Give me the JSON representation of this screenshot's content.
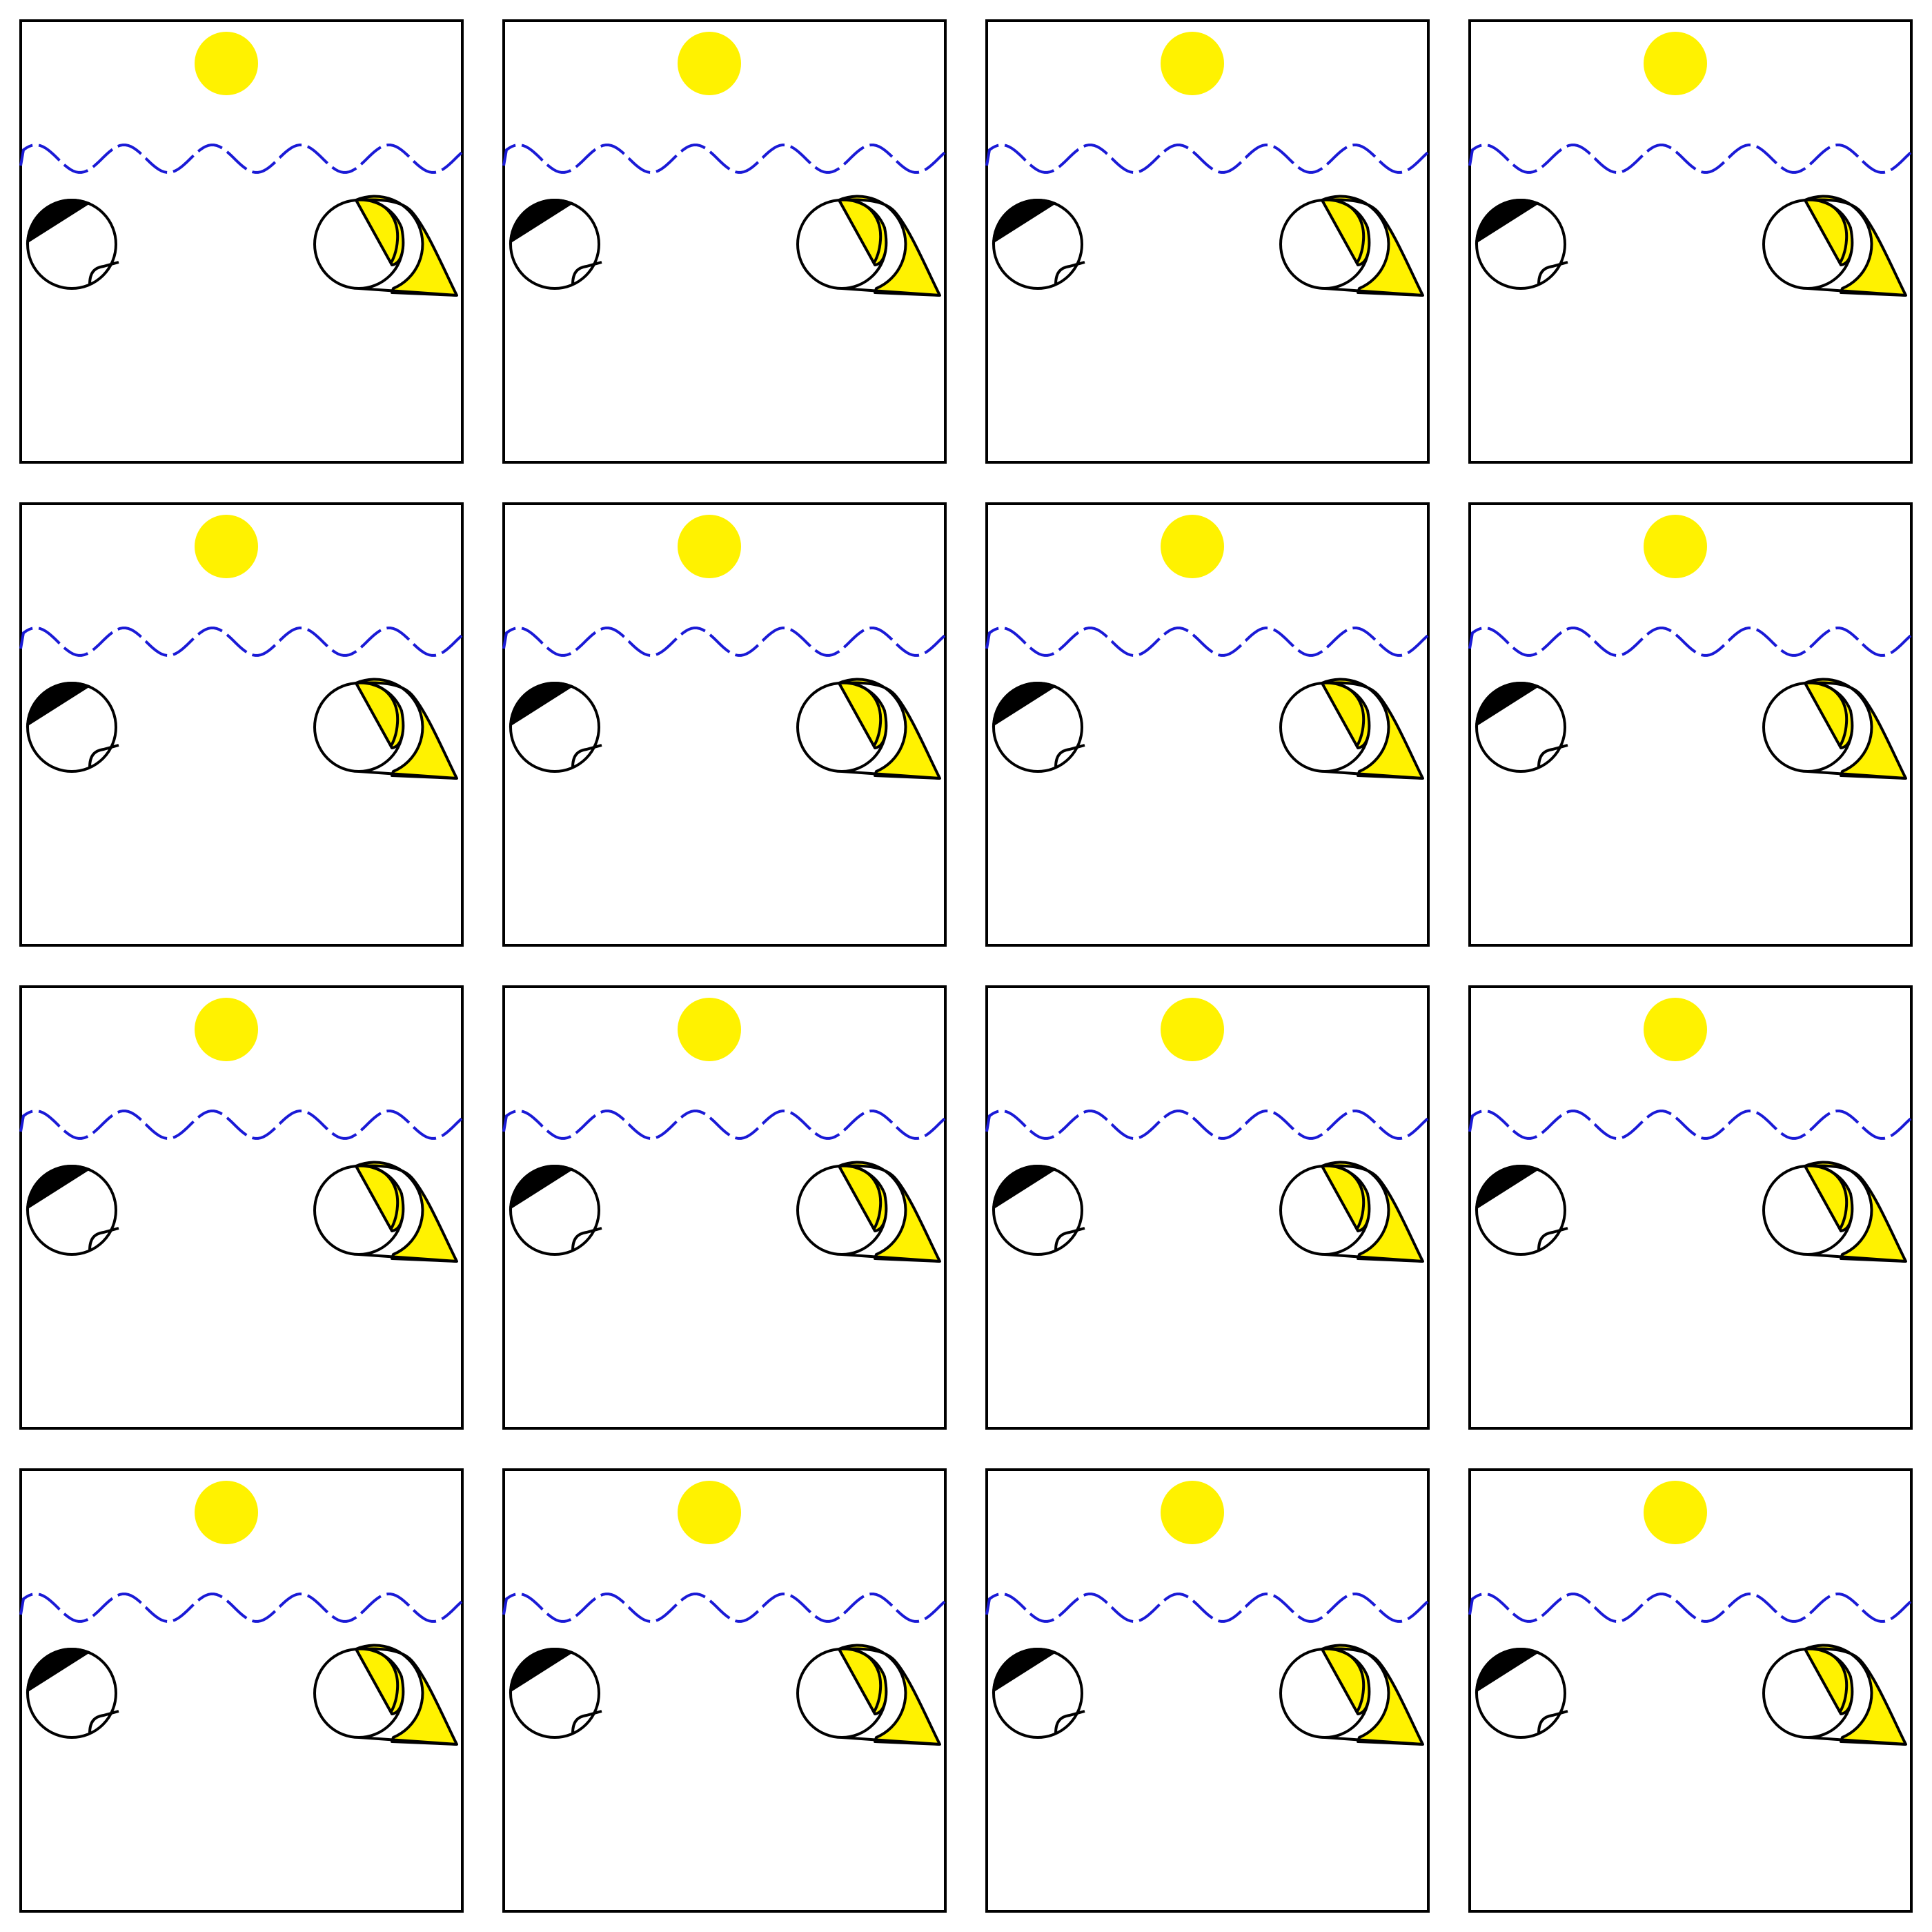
{
  "grid": {
    "rows": 4,
    "cols": 4
  },
  "colors": {
    "background": "#ffffff",
    "frame": "#000000",
    "sun": "#fff200",
    "wave": "#1a1ad6",
    "ball_fill": "#ffffff",
    "ball_cap": "#000000",
    "wedge": "#fff200",
    "outline": "#000000"
  },
  "icons": {
    "sun": "sun-icon",
    "wave": "wave-line",
    "left_ball": "black-capped-ball-icon",
    "right_ball": "yellow-wedge-ball-icon"
  },
  "panels": [
    {},
    {},
    {},
    {},
    {},
    {},
    {},
    {},
    {},
    {},
    {},
    {},
    {},
    {},
    {},
    {}
  ]
}
